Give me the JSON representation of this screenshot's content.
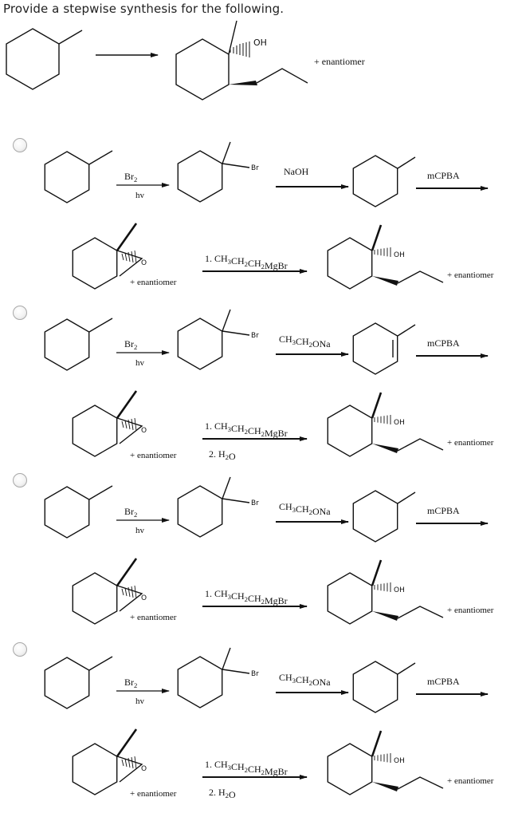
{
  "question": "Provide a stepwise synthesis for the following.",
  "target": {
    "enantiomer_note": "+ enantiomer",
    "oh_label": "OH"
  },
  "options": [
    {
      "step1_reagent": "Br2",
      "step1_condition": "hv",
      "step2_reagent": "NaOH",
      "step3_reagent": "mCPBA",
      "step4_reagent": "1. CH3CH2CH2MgBr",
      "step4_workup": "",
      "epoxide_note": "+ enantiomer",
      "product_note": "+ enantiomer",
      "br_label": "Br",
      "oh_label": "OH",
      "o_label": "O"
    },
    {
      "step1_reagent": "Br2",
      "step1_condition": "hv",
      "step2_reagent": "CH3CH2ONa",
      "step3_reagent": "mCPBA",
      "step4_reagent": "1. CH3CH2CH2MgBr",
      "step4_workup": "2. H2O",
      "epoxide_note": "+ enantiomer",
      "product_note": "+ enantiomer",
      "br_label": "Br",
      "oh_label": "OH",
      "o_label": "O"
    },
    {
      "step1_reagent": "Br2",
      "step1_condition": "hv",
      "step2_reagent": "CH3CH2ONa",
      "step3_reagent": "mCPBA",
      "step4_reagent": "1. CH3CH2CH2MgBr",
      "step4_workup": "",
      "epoxide_note": "+ enantiomer",
      "product_note": "+ enantiomer",
      "br_label": "Br",
      "oh_label": "OH",
      "o_label": "O"
    },
    {
      "step1_reagent": "Br2",
      "step1_condition": "hv",
      "step2_reagent": "CH3CH2ONa",
      "step3_reagent": "mCPBA",
      "step4_reagent": "1. CH3CH2CH2MgBr",
      "step4_workup": "2. H2O",
      "epoxide_note": "+ enantiomer",
      "product_note": "+ enantiomer",
      "br_label": "Br",
      "oh_label": "OH",
      "o_label": "O"
    }
  ]
}
